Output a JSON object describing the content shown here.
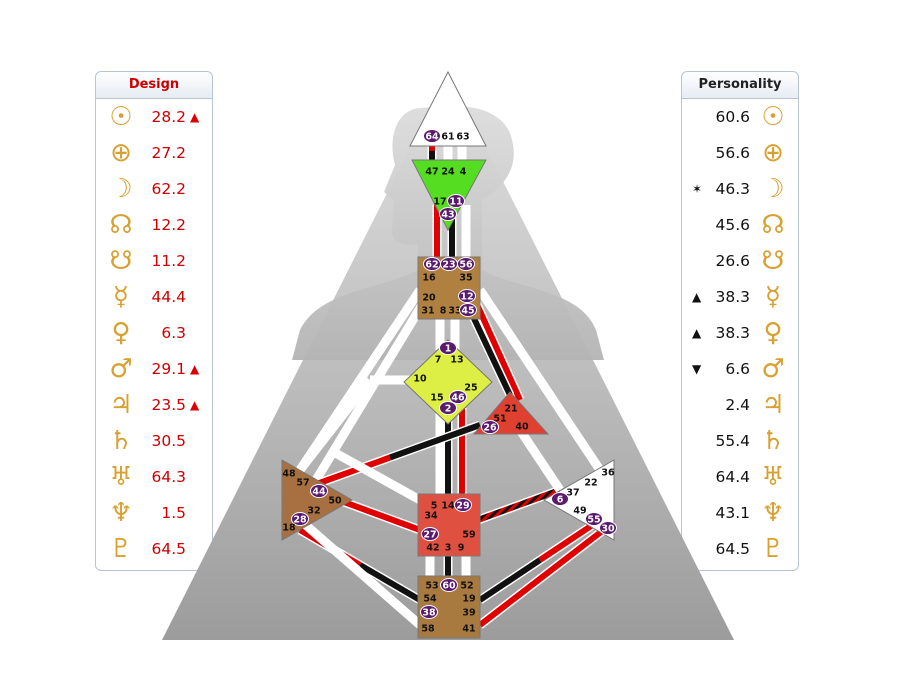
{
  "design": {
    "title": "Design",
    "rows": [
      {
        "icon": "sun-icon",
        "glyph": "☉",
        "value": "28.2",
        "mark": "▲"
      },
      {
        "icon": "earth-icon",
        "glyph": "⊕",
        "value": "27.2",
        "mark": ""
      },
      {
        "icon": "moon-icon",
        "glyph": "☽",
        "value": "62.2",
        "mark": ""
      },
      {
        "icon": "north-node-icon",
        "glyph": "☊",
        "value": "12.2",
        "mark": ""
      },
      {
        "icon": "south-node-icon",
        "glyph": "☋",
        "value": "11.2",
        "mark": ""
      },
      {
        "icon": "mercury-icon",
        "glyph": "☿",
        "value": "44.4",
        "mark": ""
      },
      {
        "icon": "venus-icon",
        "glyph": "♀",
        "value": "6.3",
        "mark": ""
      },
      {
        "icon": "mars-icon",
        "glyph": "♂",
        "value": "29.1",
        "mark": "▲"
      },
      {
        "icon": "jupiter-icon",
        "glyph": "♃",
        "value": "23.5",
        "mark": "▲"
      },
      {
        "icon": "saturn-icon",
        "glyph": "♄",
        "value": "30.5",
        "mark": ""
      },
      {
        "icon": "uranus-icon",
        "glyph": "♅",
        "value": "64.3",
        "mark": ""
      },
      {
        "icon": "neptune-icon",
        "glyph": "♆",
        "value": "1.5",
        "mark": ""
      },
      {
        "icon": "pluto-icon",
        "glyph": "♇",
        "value": "64.5",
        "mark": ""
      }
    ]
  },
  "personality": {
    "title": "Personality",
    "rows": [
      {
        "icon": "sun-icon",
        "glyph": "☉",
        "value": "60.6",
        "mark": ""
      },
      {
        "icon": "earth-icon",
        "glyph": "⊕",
        "value": "56.6",
        "mark": ""
      },
      {
        "icon": "moon-icon",
        "glyph": "☽",
        "value": "46.3",
        "mark": "✶"
      },
      {
        "icon": "north-node-icon",
        "glyph": "☊",
        "value": "45.6",
        "mark": ""
      },
      {
        "icon": "south-node-icon",
        "glyph": "☋",
        "value": "26.6",
        "mark": ""
      },
      {
        "icon": "mercury-icon",
        "glyph": "☿",
        "value": "38.3",
        "mark": "▲"
      },
      {
        "icon": "venus-icon",
        "glyph": "♀",
        "value": "38.3",
        "mark": "▲"
      },
      {
        "icon": "mars-icon",
        "glyph": "♂",
        "value": "6.6",
        "mark": "▼"
      },
      {
        "icon": "jupiter-icon",
        "glyph": "♃",
        "value": "2.4",
        "mark": ""
      },
      {
        "icon": "saturn-icon",
        "glyph": "♄",
        "value": "55.4",
        "mark": ""
      },
      {
        "icon": "uranus-icon",
        "glyph": "♅",
        "value": "64.4",
        "mark": ""
      },
      {
        "icon": "neptune-icon",
        "glyph": "♆",
        "value": "43.1",
        "mark": ""
      },
      {
        "icon": "pluto-icon",
        "glyph": "♇",
        "value": "64.5",
        "mark": ""
      }
    ]
  },
  "bodygraph": {
    "colors": {
      "design": "#e00000",
      "personality": "#111111",
      "channel_empty": "#ffffff",
      "gate_active": "#5a1a6e"
    },
    "centers": {
      "head": {
        "name": "head",
        "color": "#ffffff",
        "gates": [
          "64",
          "61",
          "63"
        ],
        "active": [
          "64"
        ]
      },
      "ajna": {
        "name": "ajna",
        "color": "#55dd22",
        "gates": [
          "47",
          "24",
          "4",
          "17",
          "11",
          "43"
        ],
        "active": [
          "11",
          "43"
        ]
      },
      "throat": {
        "name": "throat",
        "color": "#b08040",
        "gates": [
          "62",
          "23",
          "56",
          "35",
          "16",
          "20",
          "12",
          "31",
          "8",
          "33",
          "45"
        ],
        "active": [
          "62",
          "23",
          "56",
          "12",
          "45"
        ]
      },
      "g": {
        "name": "g",
        "color": "#ddee44",
        "gates": [
          "1",
          "7",
          "13",
          "10",
          "25",
          "15",
          "46",
          "2"
        ],
        "active": [
          "1",
          "46",
          "2"
        ]
      },
      "heart": {
        "name": "heart",
        "color": "#e04030",
        "gates": [
          "21",
          "51",
          "26",
          "40"
        ],
        "active": [
          "26"
        ]
      },
      "spleen": {
        "name": "spleen",
        "color": "#a87040",
        "gates": [
          "48",
          "57",
          "44",
          "50",
          "32",
          "28",
          "18"
        ],
        "active": [
          "44",
          "28"
        ]
      },
      "sacral": {
        "name": "sacral",
        "color": "#e05040",
        "gates": [
          "5",
          "14",
          "29",
          "34",
          "27",
          "59",
          "42",
          "3",
          "9"
        ],
        "active": [
          "29",
          "27"
        ]
      },
      "solar": {
        "name": "solar-plexus",
        "color": "#ffffff",
        "gates": [
          "36",
          "22",
          "37",
          "6",
          "49",
          "55",
          "30"
        ],
        "active": [
          "6",
          "55",
          "30"
        ]
      },
      "root": {
        "name": "root",
        "color": "#a87a40",
        "gates": [
          "53",
          "60",
          "52",
          "54",
          "19",
          "38",
          "39",
          "58",
          "41"
        ],
        "active": [
          "60",
          "38"
        ]
      }
    }
  }
}
